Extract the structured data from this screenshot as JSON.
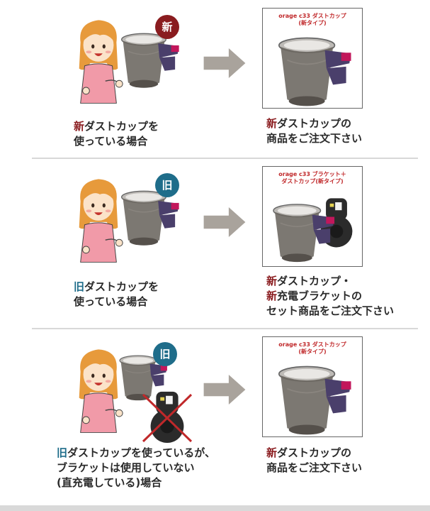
{
  "colors": {
    "new": "#8a1c1f",
    "old": "#1f6d8a",
    "arrow": "#a9a39c",
    "cup_tint": "#5f5a54",
    "accent": "#c2175b",
    "purple": "#4a3f6b"
  },
  "sections": [
    {
      "badge": "新",
      "left_caption": {
        "hl": "新",
        "line1_rest": "ダストカップを",
        "line2": "使っている場合"
      },
      "box_caption": {
        "line1": "orage c33 ダストカップ",
        "line2": "(新タイプ)"
      },
      "right_caption": {
        "line1_hl": "新",
        "line1_rest": "ダストカップの",
        "line2": "商品をご注文下さい"
      }
    },
    {
      "badge": "旧",
      "left_caption": {
        "hl": "旧",
        "line1_rest": "ダストカップを",
        "line2": "使っている場合"
      },
      "box_caption": {
        "line1": "orage c33 ブラケット＋",
        "line2": "ダストカップ(新タイプ)"
      },
      "right_caption": {
        "line1_hl": "新",
        "line1_rest": "ダストカップ・",
        "line2_hl": "新",
        "line2_rest": "充電ブラケットの",
        "line3": "セット商品をご注文下さい"
      }
    },
    {
      "badge": "旧",
      "left_caption": {
        "hl": "旧",
        "line1_rest": "ダストカップを使っているが、",
        "line2": "ブラケットは使用していない",
        "line3": "(直充電している)場合"
      },
      "box_caption": {
        "line1": "orage c33 ダストカップ",
        "line2": "(新タイプ)"
      },
      "right_caption": {
        "line1_hl": "新",
        "line1_rest": "ダストカップの",
        "line2": "商品をご注文下さい"
      }
    }
  ]
}
